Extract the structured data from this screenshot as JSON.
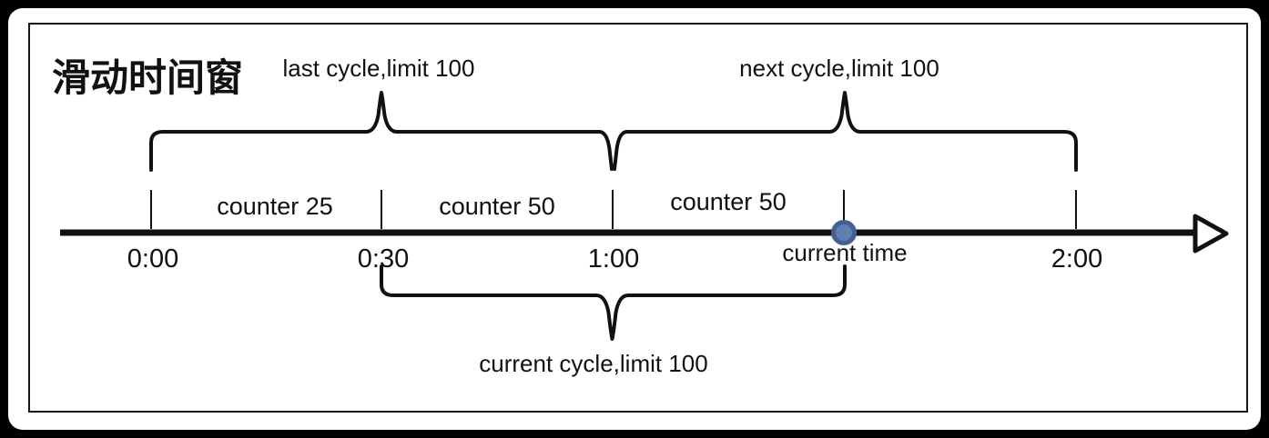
{
  "title": {
    "text": "滑动时间窗"
  },
  "colors": {
    "title": "#1f32e6",
    "line": "#111111",
    "marker_fill": "#5d80b2",
    "marker_border": "#42618f"
  },
  "top_braces": [
    {
      "label": "last cycle,limit 100"
    },
    {
      "label": "next cycle,limit 100"
    }
  ],
  "bottom_brace": {
    "label": "current cycle,limit 100"
  },
  "timeline": {
    "tick_labels": [
      "0:00",
      "0:30",
      "1:00",
      "2:00"
    ],
    "current_time_label": "current time",
    "segment_labels": [
      "counter 25",
      "counter 50",
      "counter 50"
    ]
  }
}
